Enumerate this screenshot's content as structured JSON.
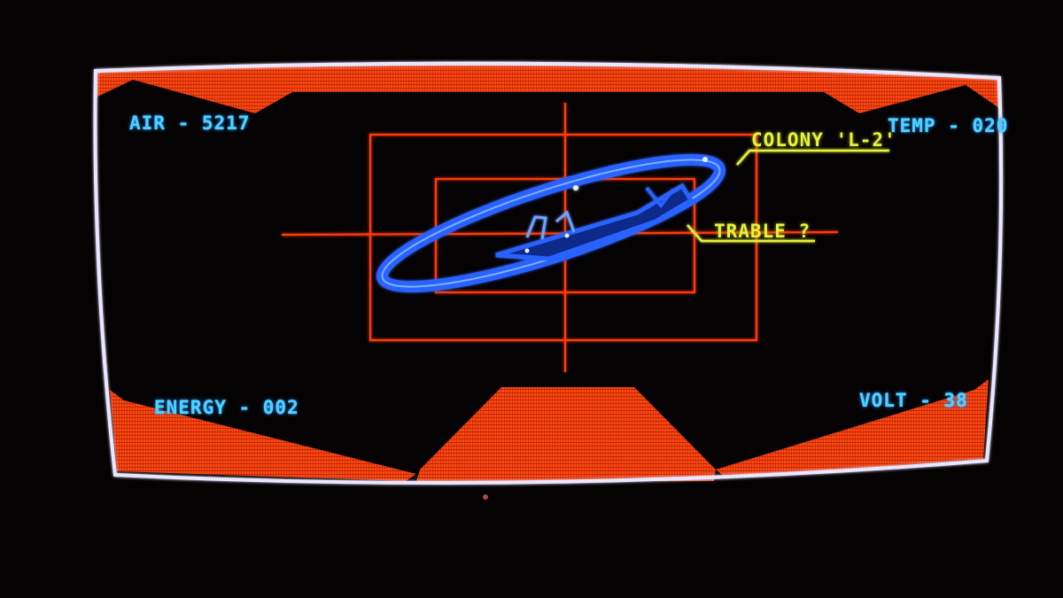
{
  "hud": {
    "air": "AIR - 5217",
    "temp": "TEMP - 020",
    "energy": "ENERGY - 002",
    "volt": "VOLT - 38"
  },
  "targeting": {
    "colony_label": "COLONY 'L-2'",
    "target_query": "TRABLE ?"
  },
  "colors": {
    "frame_fill": "#ff4a14",
    "frame_border": "#e9e7ff",
    "reticle": "#ff3a10",
    "colony_hologram": "#2a62ff",
    "hud_text": "#4cd2ff",
    "label_text": "#e6f23c"
  }
}
